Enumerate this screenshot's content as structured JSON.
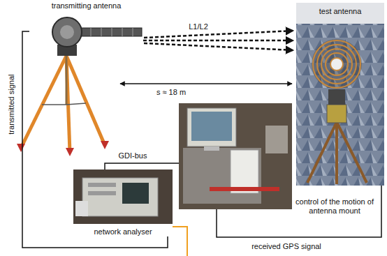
{
  "diagram": {
    "nodes": [
      {
        "text": [
          "transmitting antenna"
        ]
      },
      {
        "text": [
          "test antenna"
        ]
      },
      {
        "text": [
          "network analyser"
        ]
      }
    ],
    "edges": [
      {
        "from": 0,
        "to": 1,
        "arrow": "to",
        "label": "L1/L2"
      },
      {
        "from": 2,
        "to": 0,
        "arrow": "none",
        "label": "transmitted signal"
      }
    ],
    "labels": [
      "s ≈ 18 m",
      "GDI-bus",
      "control of the motion of antenna mount",
      "received GPS signal"
    ]
  }
}
